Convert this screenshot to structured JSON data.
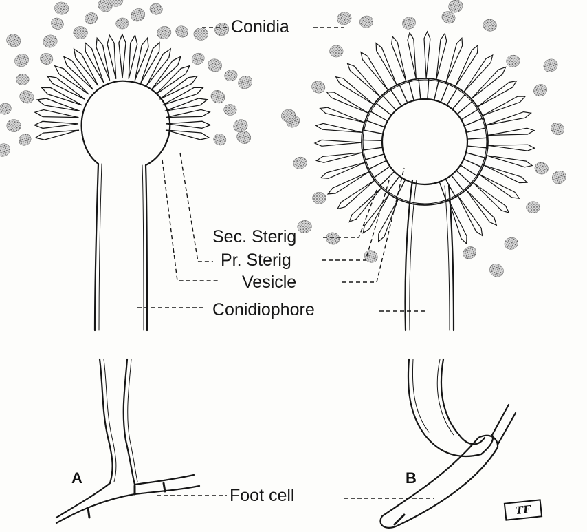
{
  "figure": {
    "labels": {
      "conidia": "Conidia",
      "sec_sterig": "Sec. Sterig",
      "pr_sterig": "Pr. Sterig",
      "vesicle": "Vesicle",
      "conidiophore": "Conidiophore",
      "foot_cell": "Foot cell"
    },
    "panels": {
      "a": "A",
      "b": "B"
    },
    "signature": "TF"
  },
  "style": {
    "ink": "#161616",
    "paper": "#fdfdfb",
    "spore_fill": "#d9d9d9",
    "spore_stipple": "#6f6f6f"
  }
}
